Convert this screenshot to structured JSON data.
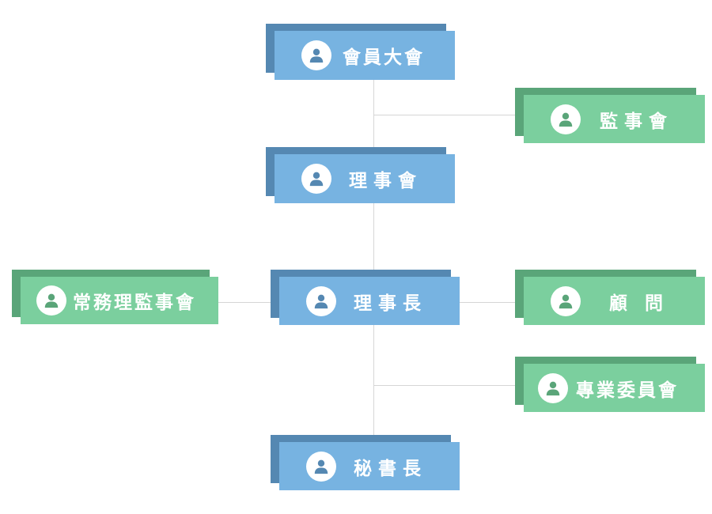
{
  "colors": {
    "blue_face": "#77b3e1",
    "blue_shadow": "#5588b2",
    "green_face": "#7bcf9e",
    "green_shadow": "#5aa579",
    "connector": "#d6d6d6"
  },
  "nodes": {
    "general_assembly": {
      "label": "會員大會",
      "icon": "user-icon",
      "color": "blue"
    },
    "supervisors": {
      "label": "監事會",
      "icon": "user-icon",
      "color": "green"
    },
    "board": {
      "label": "理事會",
      "icon": "user-icon",
      "color": "blue"
    },
    "standing_committee": {
      "label": "常務理監事會",
      "icon": "user-icon",
      "color": "green"
    },
    "chairman": {
      "label": "理事長",
      "icon": "user-icon",
      "color": "blue"
    },
    "advisor": {
      "label": "顧問",
      "icon": "user-icon",
      "color": "green"
    },
    "special_committee": {
      "label": "專業委員會",
      "icon": "user-icon",
      "color": "green"
    },
    "secretary_general": {
      "label": "秘書長",
      "icon": "user-icon",
      "color": "blue"
    }
  }
}
